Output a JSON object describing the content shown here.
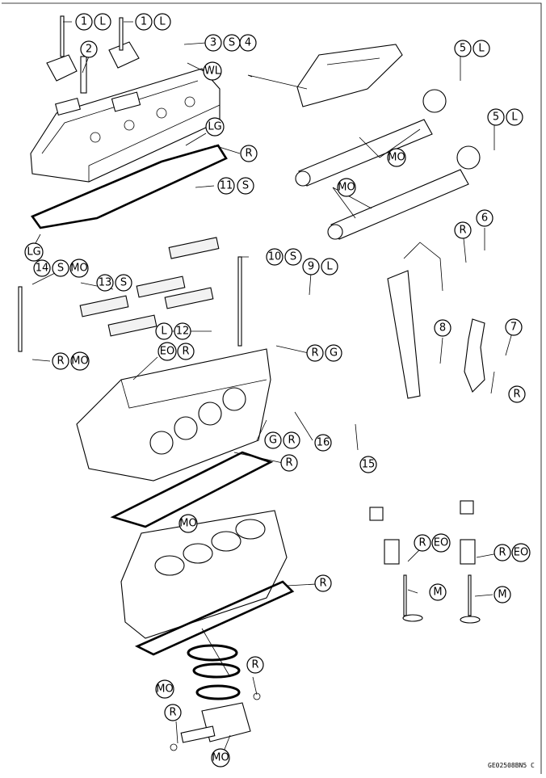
{
  "callouts": [
    {
      "text": "1"
    },
    {
      "text": "L"
    },
    {
      "text": "1"
    },
    {
      "text": "L"
    },
    {
      "text": "2"
    },
    {
      "text": "3"
    },
    {
      "text": "S"
    },
    {
      "text": "4"
    },
    {
      "text": "WL"
    },
    {
      "text": "5"
    },
    {
      "text": "L"
    },
    {
      "text": "5"
    },
    {
      "text": "L"
    },
    {
      "text": "LG"
    },
    {
      "text": "R"
    },
    {
      "text": "MO"
    },
    {
      "text": "MO"
    },
    {
      "text": "11"
    },
    {
      "text": "S"
    },
    {
      "text": "LG"
    },
    {
      "text": "R"
    },
    {
      "text": "6"
    },
    {
      "text": "14"
    },
    {
      "text": "S"
    },
    {
      "text": "MO"
    },
    {
      "text": "10"
    },
    {
      "text": "S"
    },
    {
      "text": "9"
    },
    {
      "text": "L"
    },
    {
      "text": "13"
    },
    {
      "text": "S"
    },
    {
      "text": "L"
    },
    {
      "text": "12"
    },
    {
      "text": "8"
    },
    {
      "text": "7"
    },
    {
      "text": "R"
    },
    {
      "text": "MO"
    },
    {
      "text": "EO"
    },
    {
      "text": "R"
    },
    {
      "text": "R"
    },
    {
      "text": "G"
    },
    {
      "text": "R"
    },
    {
      "text": "G"
    },
    {
      "text": "R"
    },
    {
      "text": "16"
    },
    {
      "text": "15"
    },
    {
      "text": "R"
    },
    {
      "text": "MO"
    },
    {
      "text": "R"
    },
    {
      "text": "EO"
    },
    {
      "text": "R"
    },
    {
      "text": "EO"
    },
    {
      "text": "R"
    },
    {
      "text": "M"
    },
    {
      "text": "M"
    },
    {
      "text": "R"
    },
    {
      "text": "MO"
    },
    {
      "text": "R"
    },
    {
      "text": "MO"
    }
  ],
  "reference_code": "GE02508BN5 C"
}
